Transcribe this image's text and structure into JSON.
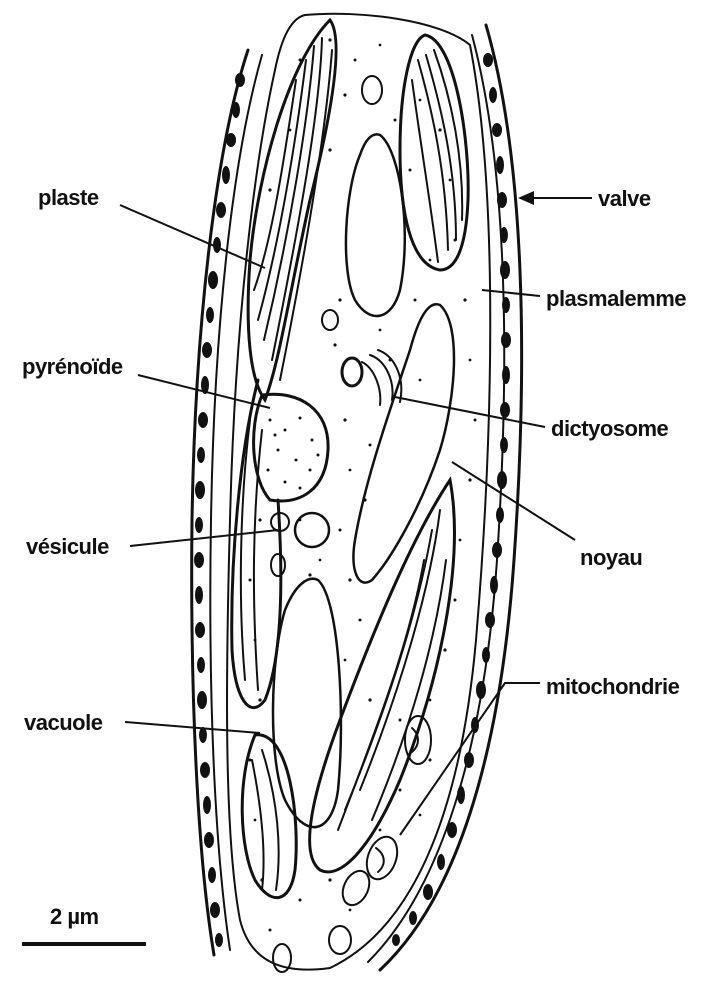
{
  "diagram": {
    "labels": {
      "plaste": "plaste",
      "pyrenoide": "pyrénoïde",
      "vesicule": "vésicule",
      "vacuole": "vacuole",
      "valve": "valve",
      "plasmalemme": "plasmalemme",
      "dictyosome": "dictyosome",
      "noyau": "noyau",
      "mitochondrie": "mitochondrie"
    },
    "scale_bar": "2 µm"
  },
  "colors": {
    "ink": "#111111",
    "paper": "#ffffff"
  }
}
